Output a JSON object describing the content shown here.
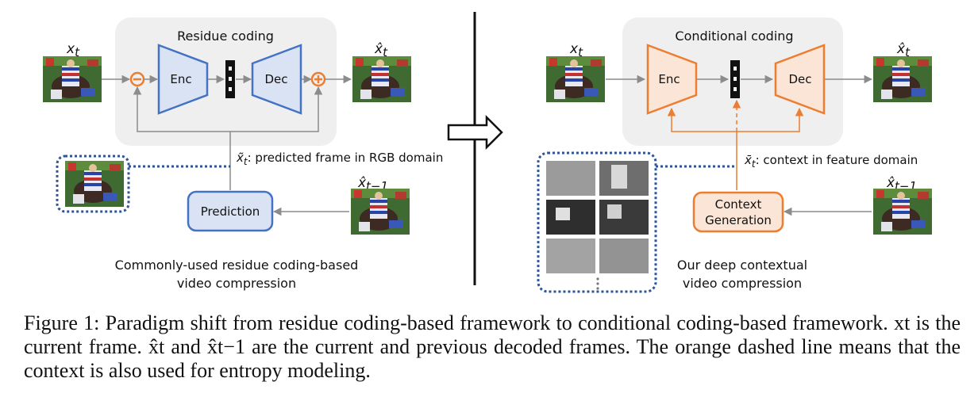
{
  "left": {
    "box_title": "Residue coding",
    "input_label": "x",
    "input_sub": "t",
    "output_label": "x̂",
    "output_sub": "t",
    "enc": "Enc",
    "dec": "Dec",
    "pred_label_sym": "x̃",
    "pred_label_sub": "t",
    "pred_label_text": ": predicted frame in RGB domain",
    "prev_label": "x̂",
    "prev_sub": "t−1",
    "prediction": "Prediction",
    "subtitle_line1": "Commonly-used residue coding-based",
    "subtitle_line2": "video compression"
  },
  "right": {
    "box_title": "Conditional coding",
    "input_label": "x",
    "input_sub": "t",
    "output_label": "x̂",
    "output_sub": "t",
    "enc": "Enc",
    "dec": "Dec",
    "ctx_label_sym": "x̄",
    "ctx_label_sub": "t",
    "ctx_label_text": ": context in feature domain",
    "prev_label": "x̂",
    "prev_sub": "t−1",
    "ctx_gen_line1": "Context",
    "ctx_gen_line2": "Generation",
    "subtitle_line1": "Our deep contextual",
    "subtitle_line2": "video compression"
  },
  "caption": "Figure 1: Paradigm shift from residue coding-based framework to conditional coding-based framework. xt is the current frame. x̂t and x̂t−1 are the current and previous decoded frames. The orange dashed line means that the context is also used for entropy modeling.",
  "colors": {
    "blue": "#4472c4",
    "blue_fill": "#dae3f3",
    "orange": "#ed7d31",
    "orange_fill": "#fbe5d6",
    "gray_box": "#efefef",
    "dotted_border": "#2f5597"
  }
}
